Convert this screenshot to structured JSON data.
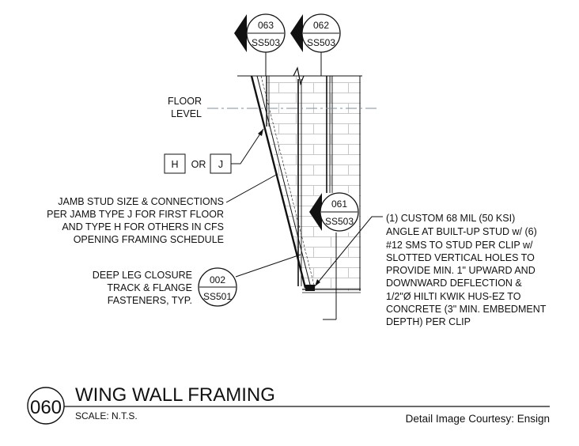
{
  "sections": [
    {
      "number": "063",
      "sheet": "SS503"
    },
    {
      "number": "062",
      "sheet": "SS503"
    },
    {
      "number": "061",
      "sheet": "SS503"
    }
  ],
  "details": [
    {
      "number": "002",
      "sheet": "SS501"
    }
  ],
  "labels": {
    "floor_level": [
      "FLOOR",
      "LEVEL"
    ],
    "jamb_types": {
      "h": "H",
      "or": "OR",
      "j": "J"
    },
    "jamb_note": [
      "JAMB STUD SIZE & CONNECTIONS",
      "PER JAMB TYPE J FOR FIRST FLOOR",
      "AND TYPE H FOR OTHERS IN CFS",
      "OPENING FRAMING SCHEDULE"
    ],
    "closure_note": [
      "DEEP LEG CLOSURE",
      "TRACK & FLANGE",
      "FASTENERS, TYP."
    ],
    "clip_note": [
      "(1) CUSTOM 68 MIL (50 KSI)",
      "ANGLE AT BUILT-UP STUD w/ (6)",
      "#12 SMS TO STUD PER CLIP w/",
      "SLOTTED VERTICAL HOLES TO",
      "PROVIDE MIN. 1\" UPWARD AND",
      "DOWNWARD DEFLECTION &",
      "1/2\"Ø HILTI KWIK HUS-EZ TO",
      "CONCRETE (3\" MIN. EMBEDMENT",
      "DEPTH) PER CLIP"
    ]
  },
  "title_block": {
    "detail_number": "060",
    "title": "WING WALL FRAMING",
    "scale": "SCALE:  N.T.S.",
    "courtesy": "Detail Image Courtesy: Ensign"
  }
}
